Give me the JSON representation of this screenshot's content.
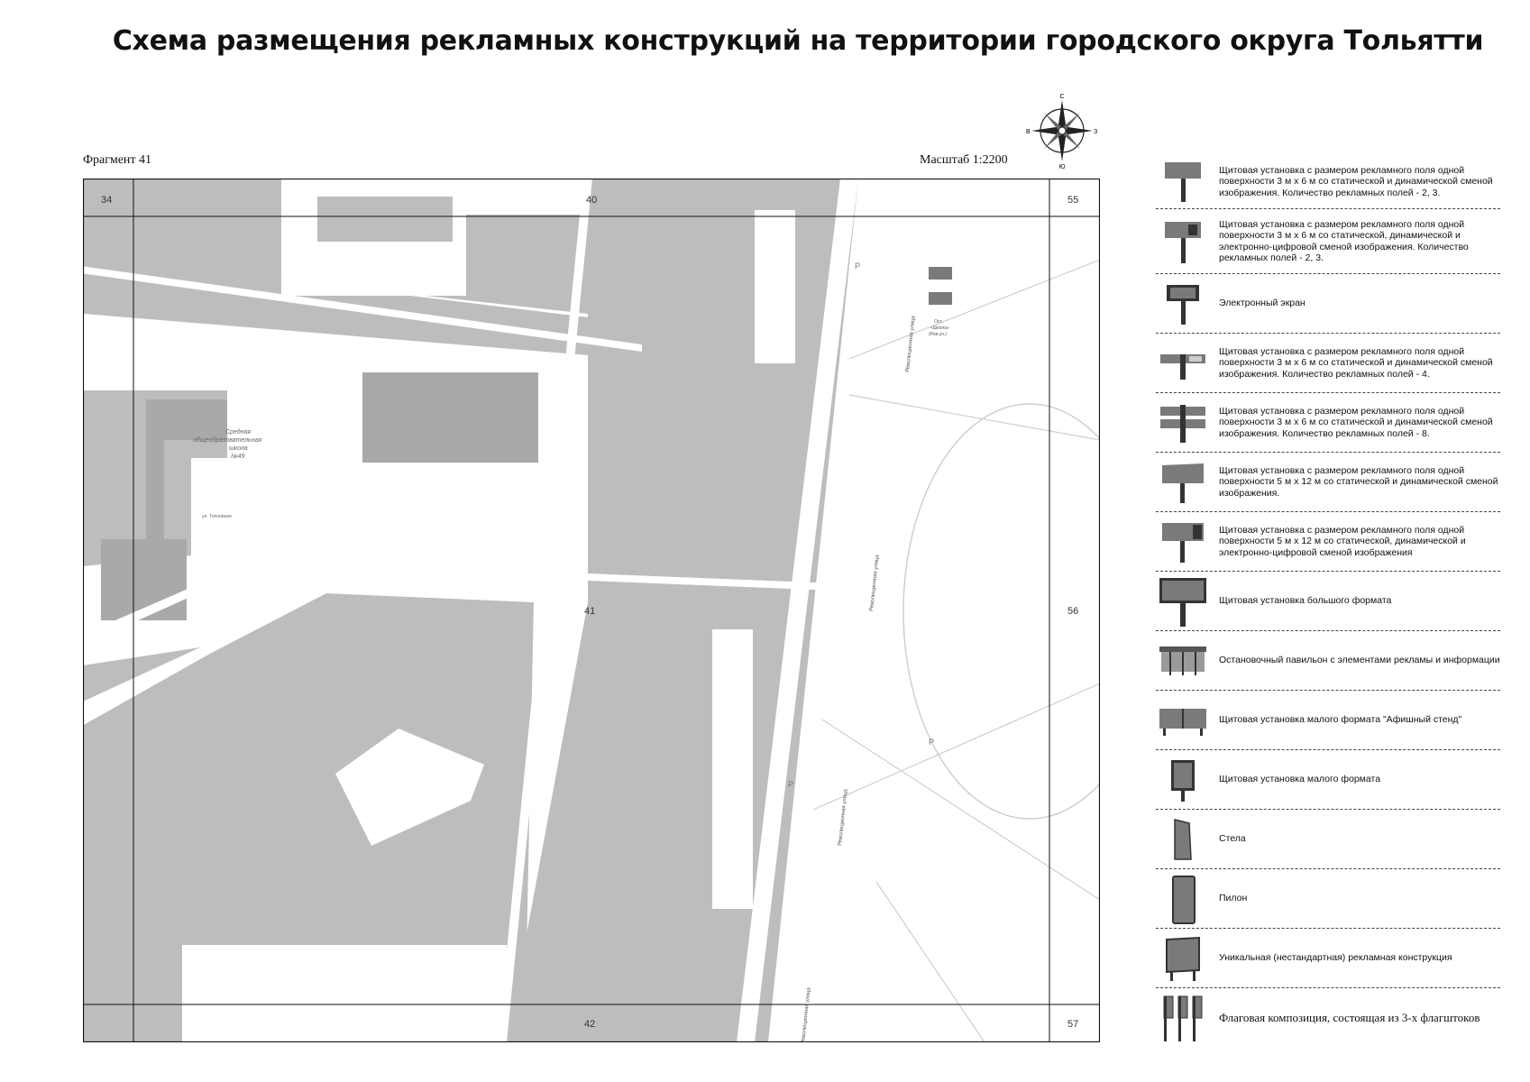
{
  "title": "Схема размещения рекламных конструкций на территории городского округа Тольятти",
  "fragment_label": "Фрагмент 41",
  "scale_label": "Масштаб 1:2200",
  "compass": {
    "n": "С",
    "s": "Ю",
    "w": "В",
    "e": "З"
  },
  "map": {
    "grid_numbers": {
      "top_left": "34",
      "top_center": "40",
      "top_right": "55",
      "center": "41",
      "right_middle": "56",
      "bottom_center": "42",
      "bottom_right": "57"
    },
    "school_label": [
      "Средняя",
      "общеобразовательная",
      "школа",
      "№49"
    ],
    "street_labels": [
      "Революционная улица",
      "Революционная улица",
      "Революционная улица",
      "Революционная улица"
    ],
    "parking_marks": [
      "Р",
      "Р",
      "Р"
    ],
    "stop_label": [
      "Ост.",
      "«Школа»",
      "(Рев.ул.)"
    ],
    "small_label": "ул. Тополиная"
  },
  "legend": [
    {
      "icon": "billboard-3x6-icon",
      "text": "Щитовая установка с размером рекламного поля одной поверхности 3 м х 6 м со статической и динамической сменой изображения. Количество рекламных полей - 2, 3."
    },
    {
      "icon": "billboard-3x6-digital-icon",
      "text": "Щитовая установка с размером рекламного поля одной поверхности 3 м х 6 м со статической, динамической и электронно-цифровой сменой изображения. Количество рекламных полей - 2, 3."
    },
    {
      "icon": "electronic-screen-icon",
      "text": "Электронный экран"
    },
    {
      "icon": "billboard-4-fields-icon",
      "text": "Щитовая установка с размером рекламного поля одной поверхности 3 м х 6 м со статической и динамической сменой изображения. Количество рекламных полей - 4."
    },
    {
      "icon": "billboard-8-fields-icon",
      "text": "Щитовая установка с размером рекламного поля одной поверхности 3 м х 6 м со статической и динамической сменой изображения. Количество рекламных полей - 8."
    },
    {
      "icon": "billboard-5x12-icon",
      "text": "Щитовая установка с размером рекламного поля одной поверхности 5 м х 12 м со статической и динамической сменой изображения."
    },
    {
      "icon": "billboard-5x12-digital-icon",
      "text": "Щитовая установка с размером рекламного поля одной поверхности 5 м х 12 м со статической, динамической и электронно-цифровой сменой изображения"
    },
    {
      "icon": "large-format-icon",
      "text": "Щитовая установка большого формата"
    },
    {
      "icon": "bus-stop-pavilion-icon",
      "text": "Остановочный павильон с элементами рекламы и информации"
    },
    {
      "icon": "poster-stand-icon",
      "text": "Щитовая установка малого формата \"Афишный стенд\""
    },
    {
      "icon": "small-format-icon",
      "text": "Щитовая установка малого формата"
    },
    {
      "icon": "stele-icon",
      "text": "Стела"
    },
    {
      "icon": "pylon-icon",
      "text": "Пилон"
    },
    {
      "icon": "unique-construction-icon",
      "text": "Уникальная (нестандартная) рекламная конструкция"
    },
    {
      "icon": "flag-composition-icon",
      "text": "Флаговая композиция, состоящая из 3-х флагштоков"
    }
  ],
  "colors": {
    "map_fill": "#bdbdbd",
    "road": "#ffffff",
    "frame": "#111111",
    "icon": "#7a7a7a"
  }
}
